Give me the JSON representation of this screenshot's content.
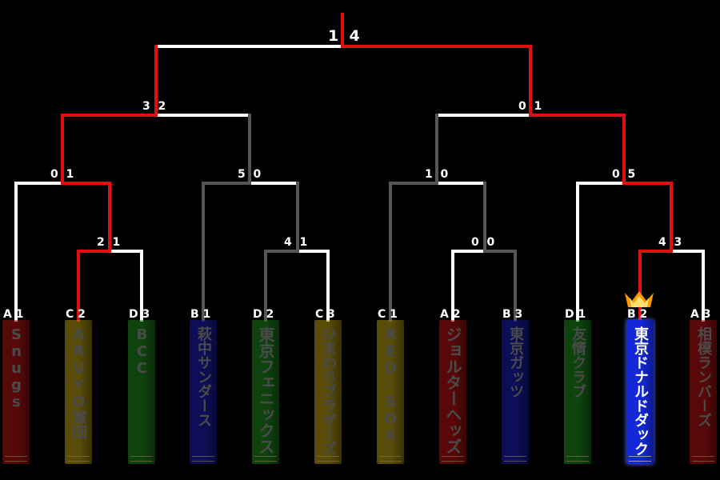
{
  "final": {
    "left": "1",
    "right": "4"
  },
  "semis": [
    {
      "left": "3",
      "right": "2"
    },
    {
      "left": "0",
      "right": "1"
    }
  ],
  "quarters": [
    {
      "left": "0",
      "right": "1"
    },
    {
      "left": "5",
      "right": "0"
    },
    {
      "left": "1",
      "right": "0"
    },
    {
      "left": "0",
      "right": "5"
    }
  ],
  "round1": [
    {
      "left": "2",
      "right": "1"
    },
    {
      "left": "4",
      "right": "1"
    },
    {
      "left": "0",
      "right": "0"
    },
    {
      "left": "4",
      "right": "3"
    }
  ],
  "teams": [
    {
      "block": "A",
      "num": "1",
      "name": "Snugs",
      "color": "#a01010",
      "state": "dim"
    },
    {
      "block": "C",
      "num": "2",
      "name": "ARUYO軍団",
      "color": "#a08a10",
      "state": "dim"
    },
    {
      "block": "D",
      "num": "3",
      "name": "BCC",
      "color": "#1a7a1a",
      "state": "dim"
    },
    {
      "block": "B",
      "num": "1",
      "name": "萩中サンダース",
      "color": "#1a1aa0",
      "state": "dim"
    },
    {
      "block": "D",
      "num": "2",
      "name": "東京フェニックス",
      "color": "#1a7a1a",
      "state": "dim"
    },
    {
      "block": "C",
      "num": "3",
      "name": "ひまわりブラザーズ",
      "color": "#a08a10",
      "state": "dim"
    },
    {
      "block": "C",
      "num": "1",
      "name": "RED SOX",
      "color": "#a08a10",
      "state": "dim"
    },
    {
      "block": "A",
      "num": "2",
      "name": "ジョルターヘッズ",
      "color": "#a01010",
      "state": "dim"
    },
    {
      "block": "B",
      "num": "3",
      "name": "東京ガッツ",
      "color": "#1a1aa0",
      "state": "dim"
    },
    {
      "block": "D",
      "num": "1",
      "name": "友情クラブ",
      "color": "#1a7a1a",
      "state": "dim"
    },
    {
      "block": "B",
      "num": "2",
      "name": "東京ドナルドダック",
      "color": "#1428d8",
      "state": "win"
    },
    {
      "block": "A",
      "num": "3",
      "name": "相模ランバーズ",
      "color": "#a01010",
      "state": "dim"
    }
  ],
  "colors": {
    "winner_path": "#e01010",
    "active": "#ffffff",
    "eliminated": "#555555",
    "crown": "#ffa000"
  },
  "icons": {
    "champion": "crown-icon"
  }
}
